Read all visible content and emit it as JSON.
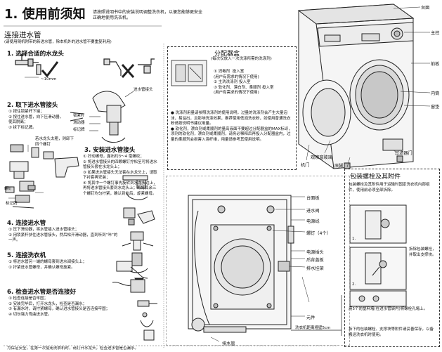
{
  "header": {
    "title": "1. 使用前须知",
    "note": "请按照说明书中的安装说明调整洗衣机，以便您能够更安全正确地使用洗衣机。"
  },
  "water_inlet": {
    "heading": "连接进水管",
    "note": "(请使用随机附带的新进水管，除本机外的进水管不要重复利用)",
    "step1": "1. 选择合适的水龙头",
    "dim": "~10mm",
    "step2": "2. 取下进水管接头",
    "step2_items": [
      "① 按住锁紧杆下端；",
      "② 按住进水管，向下压滑动器，使其脱离；",
      "③ 拆下标记牌。"
    ],
    "labels": {
      "inlet_joint": "进水管接头",
      "lock_lever": "锁紧杆",
      "slider": "滑动器",
      "tag": "标记牌",
      "screw": "螺钉",
      "mark": "标记牌"
    },
    "step2_small_note": "进水管接头",
    "faucet_note": "若水龙头太粗，则卸下四个螺钉",
    "step3": "3. 安装进水管接头",
    "step3_items": [
      "① 拧动螺母，露出约3～4 毫螺纹；",
      "② 将进水管接头的四颗螺钉拧松至可将进水管接头套在水龙头上；",
      "③ 如果进水管接头无法套在水龙头上，请取下衬套再安装；",
      "④ 将其中一个螺钉事先旋转到水龙头边上，再将进水管接头套到水龙头上；再将其余三个螺钉均匀拧紧，确认到位后，旋紧螺母。"
    ],
    "step4": "4. 连接进水管",
    "step4_items": [
      "① 压下滑动器，将水管插入进水管接头；",
      "② 用锁紧杆扶住进水管接头，然后松开滑动器，直到听到“咔”的一声。"
    ],
    "step5": "5. 连接洗衣机",
    "step5_items": [
      "① 将进水管另一端的螺母套到进水阀接头上；",
      "② 拧紧进水管螺母，并确认螺母旋紧。"
    ],
    "step6": "6. 检查进水管是否连接好",
    "step6_items": [
      "① 检查连接是否牢固；",
      "② 安装完毕后，打开水龙头，检查是否漏水；",
      "③ 有漏水时，请拧紧螺母，确认进水管接头是否连接牢固；",
      "④ 切勿强力弯曲进水管。"
    ],
    "footer": "为保证安全，在第一次使用洗衣机时，请打开水龙头，检查进水管是否漏水。"
  },
  "dispenser": {
    "title": "分配器盒",
    "subtitle": "(每次仅放入一次洗涤所需的洗涤剂)",
    "items": [
      {
        "n": "① 消毒剂",
        "t": "投入室"
      },
      {
        "n": "(用户有需求的情况下使用)",
        "t": ""
      },
      {
        "n": "② 主洗洗涤剂",
        "t": "投入室"
      },
      {
        "n": "③ 软化剂、漂白剂、柔顺剂",
        "t": "投入室"
      },
      {
        "n": "(用户有需求的情况下使用)",
        "t": ""
      }
    ],
    "notes": [
      "● 洗涤剂用量请参照洗涤剂的使用说明，过量的洗涤剂会产生大量泡沫，易溢出，且影响洗涤效果，推荐使用低泡洗衣粉，如使用普通洗衣粉请按说明书建议用量。",
      "● 软化剂，漂白剂或柔顺剂的量高液面不要超过分配器盒的MAX标识，添剂的软化剂，漂白剂或柔顺剂，请务必稀释后再投入分配器盒内，过量的柔顺剂会损害入溶纤维，用量请参考其使用说明。"
    ]
  },
  "machine_parts": {
    "labels": [
      "台面",
      "主控",
      "前板",
      "内筒",
      "窗垫",
      "观察窗玻璃",
      "底脚",
      "过滤器门",
      "机门"
    ]
  },
  "rear_view": {
    "labels": [
      "台面板",
      "进水阀",
      "电源线",
      "螺钉（4个）",
      "电源插头",
      "后背盖板",
      "排水挂架",
      "元件"
    ],
    "drain_label": "排水管",
    "bottom_note": "洗衣机距离墙壁5cm"
  },
  "transit": {
    "title": "包装螺栓及其附件",
    "desc": "包装螺栓及其附件用于运输时固定洗衣机内部组件，使用前必须全部拆除。",
    "step1_num": "1.",
    "step2_num": "2.",
    "step2_text": "拆除包装螺栓，并取出支撑块。",
    "step3_text": "用5个防塑料堵(在进水管袋内)将螺栓孔堵上。",
    "bottom_text": "拆下的包装螺栓、支撑块等附件请妥善保存，以备搬运洗衣机时使用。"
  }
}
